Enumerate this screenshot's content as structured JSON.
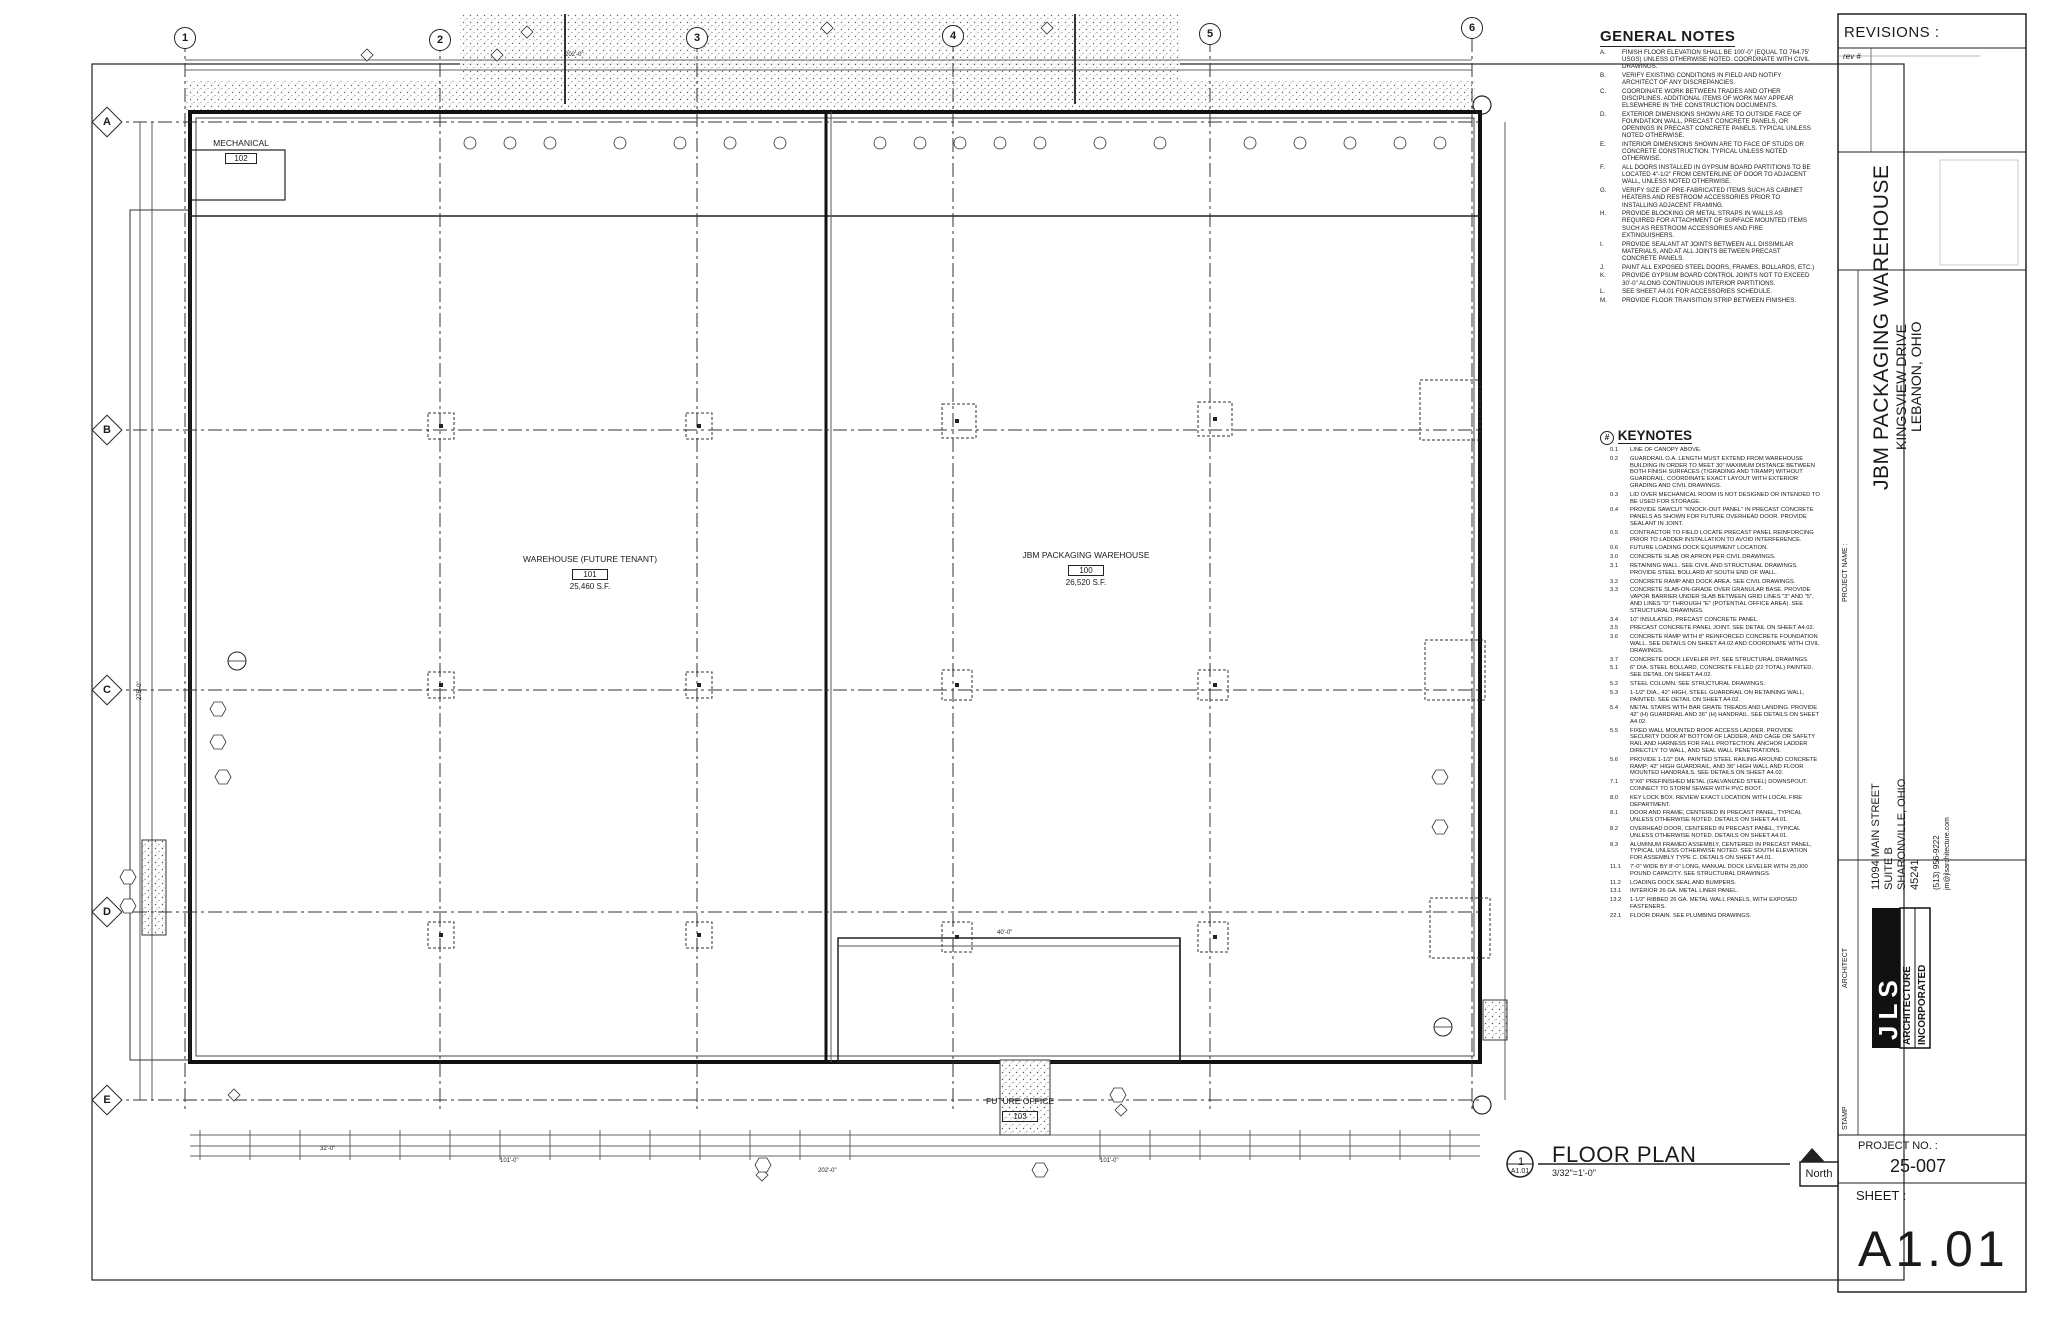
{
  "grid": {
    "columns": [
      "1",
      "2",
      "3",
      "4",
      "5",
      "6"
    ],
    "rows": [
      "A",
      "B",
      "C",
      "D",
      "E"
    ]
  },
  "rooms": [
    {
      "name": "MECHANICAL",
      "number": "102",
      "area": ""
    },
    {
      "name": "WAREHOUSE (FUTURE TENANT)",
      "number": "101",
      "area": "25,460 S.F."
    },
    {
      "name": "JBM PACKAGING WAREHOUSE",
      "number": "100",
      "area": "26,520 S.F."
    },
    {
      "name": "FUTURE OFFICE",
      "number": "103",
      "area": ""
    }
  ],
  "plan_title": {
    "number": "1",
    "sheet_ref": "A1.01",
    "title": "FLOOR PLAN",
    "scale": "3/32\"=1'-0\"",
    "north_label": "North"
  },
  "general_notes": {
    "title": "GENERAL NOTES",
    "items": [
      {
        "key": "A.",
        "text": "FINISH FLOOR ELEVATION SHALL BE 100'-0\" (EQUAL TO 764.75' USGS) UNLESS OTHERWISE NOTED. COORDINATE WITH CIVIL DRAWINGS."
      },
      {
        "key": "B.",
        "text": "VERIFY EXISTING CONDITIONS IN FIELD AND NOTIFY ARCHITECT OF ANY DISCREPANCIES."
      },
      {
        "key": "C.",
        "text": "COORDINATE WORK BETWEEN TRADES AND OTHER DISCIPLINES. ADDITIONAL ITEMS OF WORK MAY APPEAR ELSEWHERE IN THE CONSTRUCTION DOCUMENTS."
      },
      {
        "key": "D.",
        "text": "EXTERIOR DIMENSIONS SHOWN ARE TO OUTSIDE FACE OF FOUNDATION WALL, PRECAST CONCRETE PANELS, OR OPENINGS IN PRECAST CONCRETE PANELS. TYPICAL UNLESS NOTED OTHERWISE."
      },
      {
        "key": "E.",
        "text": "INTERIOR DIMENSIONS SHOWN ARE TO FACE OF STUDS OR CONCRETE CONSTRUCTION. TYPICAL UNLESS NOTED OTHERWISE."
      },
      {
        "key": "F.",
        "text": "ALL DOORS INSTALLED IN GYPSUM BOARD PARTITIONS TO BE LOCATED 4\"-1/2\" FROM CENTERLINE OF DOOR TO ADJACENT WALL, UNLESS NOTED OTHERWISE."
      },
      {
        "key": "G.",
        "text": "VERIFY SIZE OF PRE-FABRICATED ITEMS SUCH AS CABINET HEATERS AND RESTROOM ACCESSORIES PRIOR TO INSTALLING ADJACENT FRAMING."
      },
      {
        "key": "H.",
        "text": "PROVIDE BLOCKING OR METAL STRAPS IN WALLS AS REQUIRED FOR ATTACHMENT OF SURFACE MOUNTED ITEMS SUCH AS RESTROOM ACCESSORIES AND FIRE EXTINGUISHERS."
      },
      {
        "key": "I.",
        "text": "PROVIDE SEALANT AT JOINTS BETWEEN ALL DISSIMILAR MATERIALS, AND AT ALL JOINTS BETWEEN PRECAST CONCRETE PANELS."
      },
      {
        "key": "J.",
        "text": "PAINT ALL EXPOSED STEEL DOORS, FRAMES, BOLLARDS, ETC.)"
      },
      {
        "key": "K.",
        "text": "PROVIDE GYPSUM BOARD CONTROL JOINTS NOT TO EXCEED 30'-0\" ALONG CONTINUOUS INTERIOR PARTITIONS."
      },
      {
        "key": "L.",
        "text": "SEE SHEET A4.01 FOR ACCESSORIES SCHEDULE."
      },
      {
        "key": "M.",
        "text": "PROVIDE FLOOR TRANSITION STRIP BETWEEN FINISHES."
      }
    ]
  },
  "keynotes": {
    "symbol": "#",
    "title": "KEYNOTES",
    "items": [
      {
        "key": "0.1",
        "text": "LINE OF CANOPY ABOVE."
      },
      {
        "key": "0.2",
        "text": "GUARDRAIL O.A. LENGTH MUST EXTEND FROM WAREHOUSE BUILDING IN ORDER TO MEET 30\" MAXIMUM DISTANCE BETWEEN BOTH FINISH SURFACES (T/GRADING AND T/RAMP) WITHOUT GUARDRAIL. COORDINATE EXACT LAYOUT WITH EXTERIOR GRADING AND CIVIL DRAWINGS."
      },
      {
        "key": "0.3",
        "text": "LID OVER MECHANICAL ROOM IS NOT DESIGNED OR INTENDED TO BE USED FOR STORAGE."
      },
      {
        "key": "0.4",
        "text": "PROVIDE SAWCUT \"KNOCK-OUT PANEL\" IN PRECAST CONCRETE PANELS AS SHOWN FOR FUTURE OVERHEAD DOOR. PROVIDE SEALANT IN JOINT."
      },
      {
        "key": "0.5",
        "text": "CONTRACTOR TO FIELD LOCATE PRECAST PANEL REINFORCING PRIOR TO LADDER INSTALLATION TO AVOID INTERFERENCE."
      },
      {
        "key": "0.6",
        "text": "FUTURE LOADING DOCK EQUIPMENT LOCATION."
      },
      {
        "key": "3.0",
        "text": "CONCRETE SLAB OR APRON PER CIVIL DRAWINGS."
      },
      {
        "key": "3.1",
        "text": "RETAINING WALL. SEE CIVIL AND STRUCTURAL DRAWINGS. PROVIDE STEEL BOLLARD AT SOUTH END OF WALL."
      },
      {
        "key": "3.2",
        "text": "CONCRETE RAMP AND DOCK AREA. SEE CIVIL DRAWINGS."
      },
      {
        "key": "3.3",
        "text": "CONCRETE SLAB-ON-GRADE OVER GRANULAR BASE. PROVIDE VAPOR BARRIER UNDER SLAB BETWEEN GRID LINES \"3\" AND \"5\", AND LINES \"D\" THROUGH \"E\" (POTENTIAL OFFICE AREA). SEE STRUCTURAL DRAWINGS."
      },
      {
        "key": "3.4",
        "text": "10\" INSULATED, PRECAST CONCRETE PANEL."
      },
      {
        "key": "3.5",
        "text": "PRECAST CONCRETE PANEL JOINT. SEE DETAIL ON SHEET A4.02."
      },
      {
        "key": "3.6",
        "text": "CONCRETE RAMP WITH 8\" REINFORCED CONCRETE FOUNDATION WALL. SEE DETAILS ON SHEET A4.02 AND COORDINATE WITH CIVIL DRAWINGS."
      },
      {
        "key": "3.7",
        "text": "CONCRETE DOCK LEVELER PIT. SEE STRUCTURAL DRAWINGS."
      },
      {
        "key": "5.1",
        "text": "6\" DIA. STEEL BOLLARD, CONCRETE FILLED (22 TOTAL) PAINTED. SEE DETAIL ON SHEET A4.02."
      },
      {
        "key": "5.2",
        "text": "STEEL COLUMN. SEE STRUCTURAL DRAWINGS."
      },
      {
        "key": "5.3",
        "text": "1-1/2\" DIA., 42\" HIGH, STEEL GUARDRAIL ON RETAINING WALL, PAINTED. SEE DETAIL ON SHEET A4.02."
      },
      {
        "key": "5.4",
        "text": "METAL STAIRS WITH BAR GRATE TREADS AND LANDING. PROVIDE 42\" (H) GUARDRAIL AND 36\" (H) HANDRAIL. SEE DETAILS ON SHEET A4.02."
      },
      {
        "key": "5.5",
        "text": "FIXED WALL MOUNTED ROOF ACCESS LADDER. PROVIDE SECURITY DOOR AT BOTTOM OF LADDER, AND CAGE OR SAFETY RAIL AND HARNESS FOR FALL PROTECTION. ANCHOR LADDER DIRECTLY TO WALL, AND SEAL WALL PENETRATIONS."
      },
      {
        "key": "5.6",
        "text": "PROVIDE 1-1/2\" DIA. PAINTED STEEL RAILING AROUND CONCRETE RAMP; 42\" HIGH GUARDRAIL, AND 36\" HIGH WALL AND FLOOR MOUNTED HANDRAILS. SEE DETAILS ON SHEET A4.02."
      },
      {
        "key": "7.1",
        "text": "5\"x6\" PREFINISHED METAL (GALVANIZED STEEL) DOWNSPOUT. CONNECT TO STORM SEWER WITH PVC BOOT."
      },
      {
        "key": "8.0",
        "text": "KEY LOCK BOX. REVIEW EXACT LOCATION WITH LOCAL FIRE DEPARTMENT."
      },
      {
        "key": "8.1",
        "text": "DOOR AND FRAME, CENTERED IN PRECAST PANEL, TYPICAL UNLESS OTHERWISE NOTED. DETAILS ON SHEET A4.01."
      },
      {
        "key": "8.2",
        "text": "OVERHEAD DOOR, CENTERED IN PRECAST PANEL, TYPICAL UNLESS OTHERWISE NOTED. DETAILS ON SHEET A4.01."
      },
      {
        "key": "8.3",
        "text": "ALUMINUM FRAMED ASSEMBLY, CENTERED IN PRECAST PANEL, TYPICAL UNLESS OTHERWISE NOTED. SEE SOUTH ELEVATION FOR ASSEMBLY TYPE C. DETAILS ON SHEET A4.01."
      },
      {
        "key": "11.1",
        "text": "7'-0\" WIDE BY 8'-0\" LONG, MANUAL DOCK LEVELER WITH 25,000 POUND CAPACITY. SEE STRUCTURAL DRAWINGS."
      },
      {
        "key": "11.2",
        "text": "LOADING DOCK SEAL AND BUMPERS."
      },
      {
        "key": "13.1",
        "text": "INTERIOR 26 GA. METAL LINER PANEL."
      },
      {
        "key": "13.2",
        "text": "1-1/2\" RIBBED 26 GA. METAL WALL PANELS, WITH EXPOSED FASTENERS."
      },
      {
        "key": "22.1",
        "text": "FLOOR DRAIN. SEE PLUMBING DRAWINGS."
      }
    ]
  },
  "title_block": {
    "revisions_label": "REVISIONS :",
    "rev_label": "rev #",
    "project_name": "JBM PACKAGING WAREHOUSE",
    "project_street": "KINGSVIEW DRIVE",
    "project_city": "LEBANON, OHIO",
    "project_name_label": "PROJECT NAME :",
    "architect_label": "ARCHITECT",
    "firm_logo": "JLS",
    "firm_line1": "ARCHITECTURE",
    "firm_line2": "INCORPORATED",
    "firm_address1": "11094 MAIN STREET",
    "firm_address2": "SUITE B",
    "firm_address3": "SHARONVILLE, OHIO",
    "firm_address4": "45241",
    "firm_phone": "(513) 956-9222",
    "firm_email": "jm@jlsarchitecture.com",
    "stamp_label": "STAMP",
    "project_no_label": "PROJECT NO. :",
    "project_no": "25-007",
    "sheet_label": "SHEET :",
    "sheet_no": "A1.01"
  },
  "dimensions": {
    "overall_width": "202'-0\"",
    "left_bay": "101'-0\"",
    "right_bay": "101'-0\"",
    "overall_depth": "275'-0\"",
    "office_width": "40'-0\"",
    "typical_bay": "32'-0\""
  }
}
